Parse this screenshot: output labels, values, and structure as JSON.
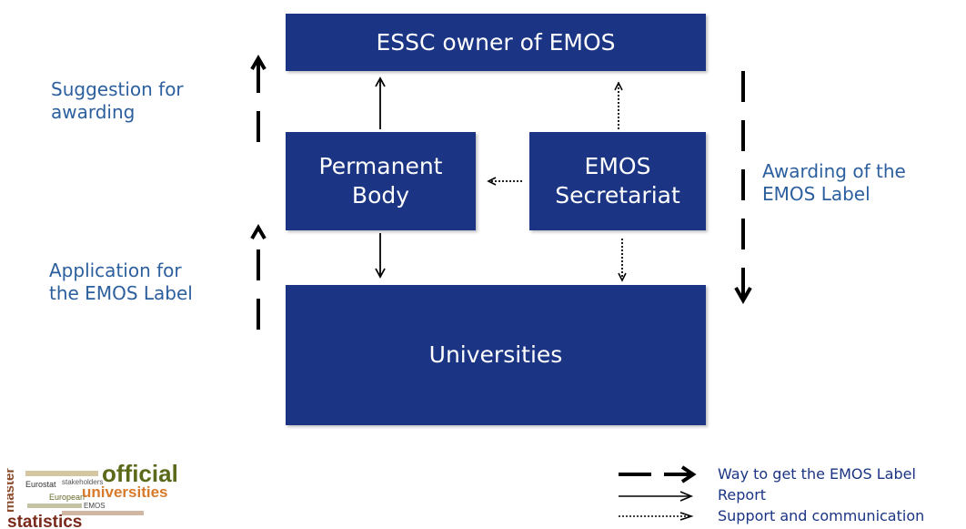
{
  "boxes": {
    "essc": "ESSC owner of EMOS",
    "permanent_body": "Permanent\nBody",
    "secretariat": "EMOS\nSecretariat",
    "universities": "Universities"
  },
  "labels": {
    "suggestion": "Suggestion for\nawarding",
    "application": "Application for\nthe EMOS Label",
    "awarding": "Awarding of the\nEMOS Label"
  },
  "legend": [
    {
      "style": "dashed",
      "label": "Way to get the EMOS Label"
    },
    {
      "style": "solid",
      "label": "Report"
    },
    {
      "style": "dotted",
      "label": "Support and communication"
    }
  ],
  "logo": {
    "words": [
      "official",
      "universities",
      "master",
      "statistics",
      "Eurostat",
      "stakeholders",
      "European",
      "EMOS"
    ]
  },
  "colors": {
    "box": "#1b3483",
    "label": "#2c5f9e"
  }
}
